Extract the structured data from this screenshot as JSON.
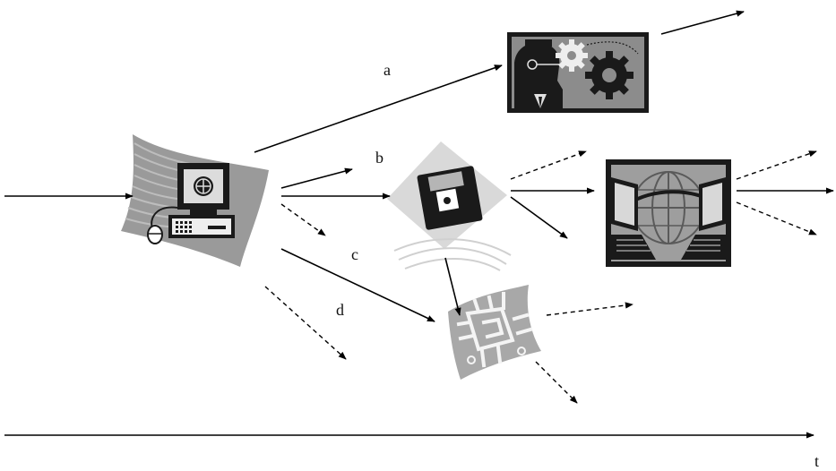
{
  "labels": {
    "a": "a",
    "b": "b",
    "c": "c",
    "d": "d",
    "t": "t"
  },
  "icons": {
    "computer": "computer-icon",
    "gears": "person-gears-icon",
    "floppy": "floppy-disk-icon",
    "network": "networked-laptops-icon",
    "chip": "circuit-chip-icon"
  }
}
